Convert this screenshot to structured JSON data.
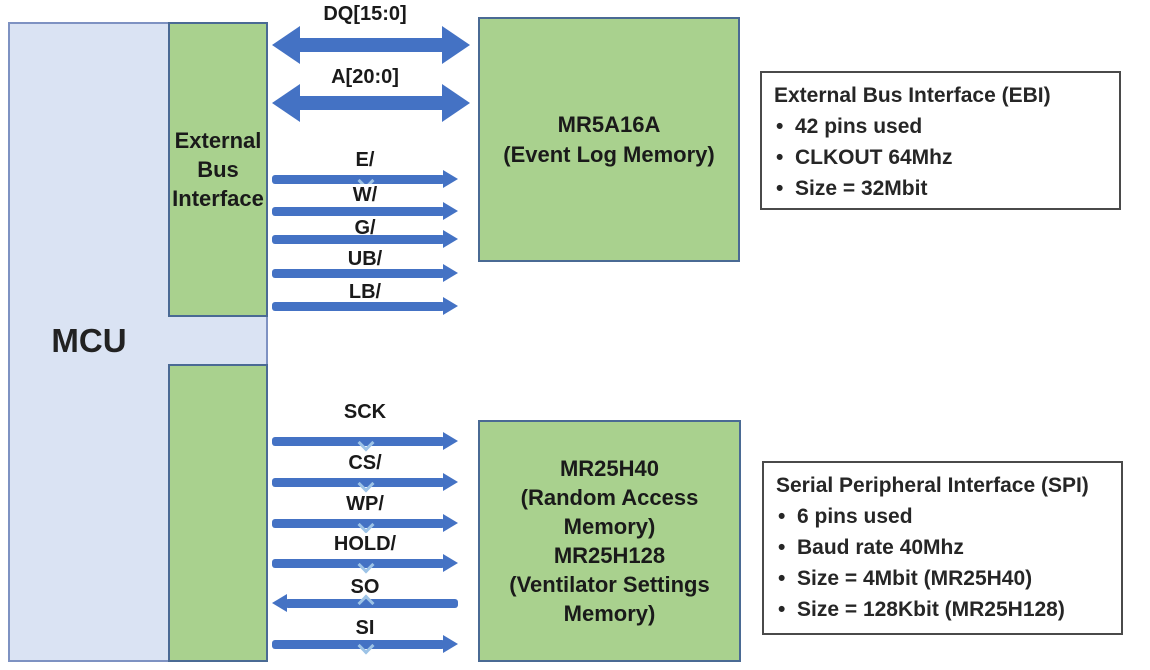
{
  "diagram": {
    "mcu": {
      "label": "MCU"
    },
    "ebi_block": {
      "label": "External Bus Interface"
    },
    "memory_top": {
      "label": "MR5A16A\n(Event Log Memory)"
    },
    "memory_bottom": {
      "label": "MR25H40\n(Random Access\nMemory)\nMR25H128\n(Ventilator Settings\nMemory)"
    },
    "signals_ebi": [
      {
        "name": "DQ[15:0]",
        "direction": "bidirectional"
      },
      {
        "name": "A[20:0]",
        "direction": "bidirectional"
      },
      {
        "name": "E/",
        "direction": "right"
      },
      {
        "name": "W/",
        "direction": "right"
      },
      {
        "name": "G/",
        "direction": "right"
      },
      {
        "name": "UB/",
        "direction": "right"
      },
      {
        "name": "LB/",
        "direction": "right"
      }
    ],
    "signals_spi": [
      {
        "name": "SCK",
        "direction": "right"
      },
      {
        "name": "CS/",
        "direction": "right"
      },
      {
        "name": "WP/",
        "direction": "right"
      },
      {
        "name": "HOLD/",
        "direction": "right"
      },
      {
        "name": "SO",
        "direction": "left"
      },
      {
        "name": "SI",
        "direction": "right"
      }
    ],
    "info_ebi": {
      "title": "External Bus Interface (EBI)",
      "bullets": [
        "42 pins used",
        "CLKOUT 64Mhz",
        "Size = 32Mbit"
      ]
    },
    "info_spi": {
      "title": "Serial Peripheral Interface (SPI)",
      "bullets": [
        "6 pins used",
        "Baud rate 40Mhz",
        "Size = 4Mbit (MR25H40)",
        "Size = 128Kbit (MR25H128)"
      ]
    },
    "colors": {
      "block_green": "#A9D18E",
      "mcu_fill": "#DAE3F3",
      "arrow_blue": "#4472C4",
      "green_border": "#4A6A94",
      "mcu_border": "#7E92C2",
      "notch_blue": "#9DC3E6"
    }
  }
}
